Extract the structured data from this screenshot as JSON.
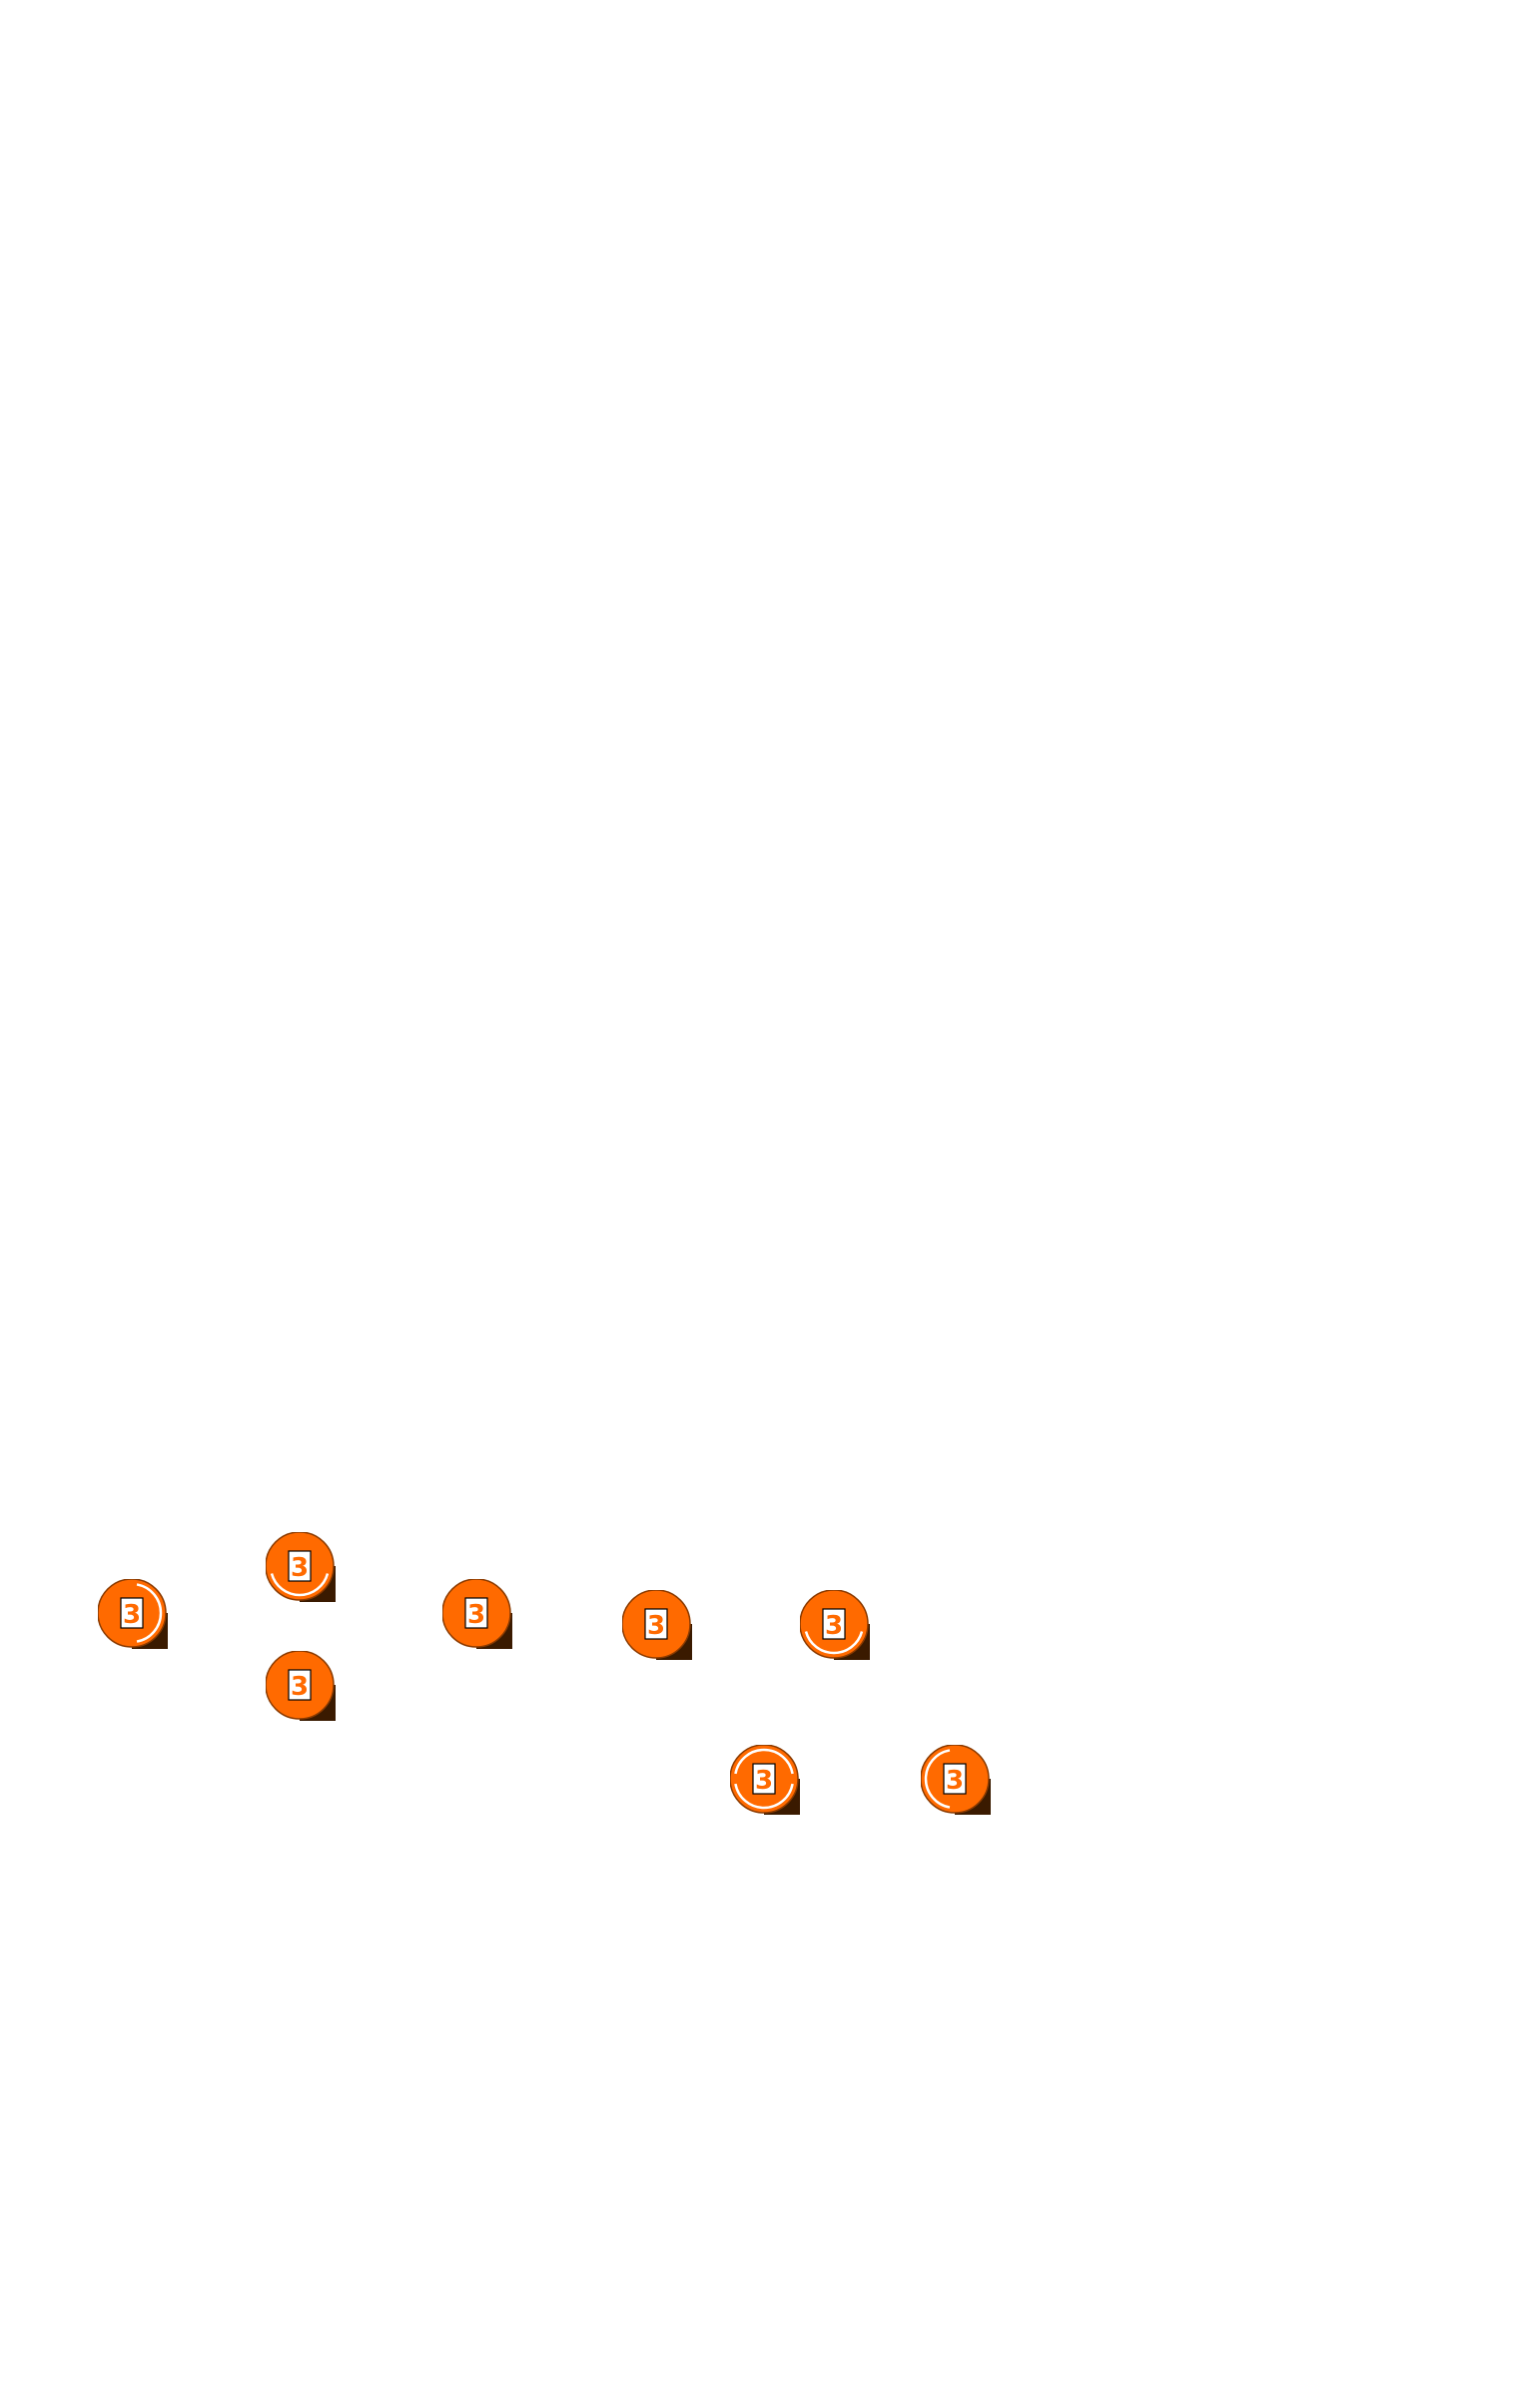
{
  "map": {
    "marker_color": "#ff6a00",
    "marker_shadow_color": "#3a1a00",
    "marker_outline_color": "#8a3a00",
    "markers": [
      {
        "label": "3",
        "variant": "ring-right"
      },
      {
        "label": "3",
        "variant": "ring-bottom"
      },
      {
        "label": "3",
        "variant": "plain"
      },
      {
        "label": "3",
        "variant": "plain"
      },
      {
        "label": "3",
        "variant": "plain"
      },
      {
        "label": "3",
        "variant": "ring-bottom"
      },
      {
        "label": "3",
        "variant": "ring-full"
      },
      {
        "label": "3",
        "variant": "ring-left"
      }
    ]
  }
}
